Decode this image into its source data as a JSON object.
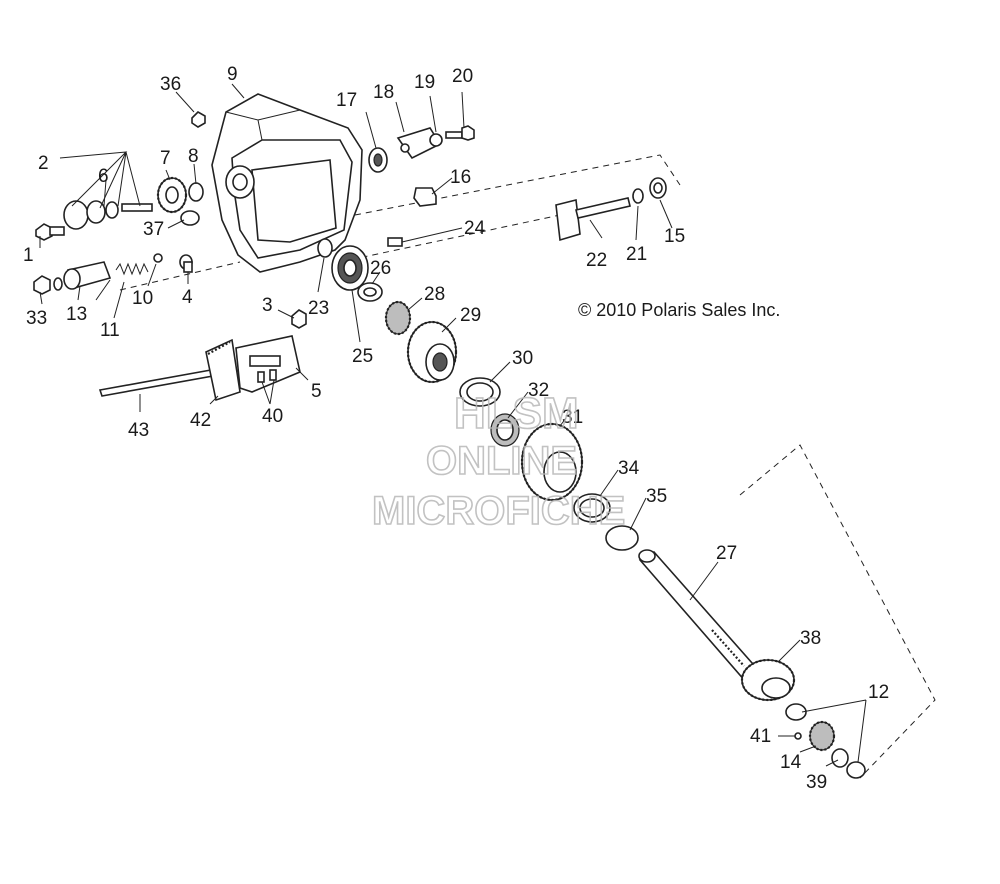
{
  "copyright": "© 2010 Polaris Sales Inc.",
  "watermark": {
    "line1": "HLSM",
    "line2": "ONLINE",
    "line3": "MICROFICHE"
  },
  "callouts": [
    "1",
    "2",
    "3",
    "4",
    "5",
    "6",
    "7",
    "8",
    "9",
    "10",
    "11",
    "12",
    "13",
    "14",
    "15",
    "16",
    "17",
    "18",
    "19",
    "20",
    "21",
    "22",
    "23",
    "24",
    "25",
    "26",
    "27",
    "28",
    "29",
    "30",
    "31",
    "32",
    "33",
    "34",
    "35",
    "36",
    "37",
    "38",
    "39",
    "40",
    "41",
    "42",
    "43"
  ]
}
